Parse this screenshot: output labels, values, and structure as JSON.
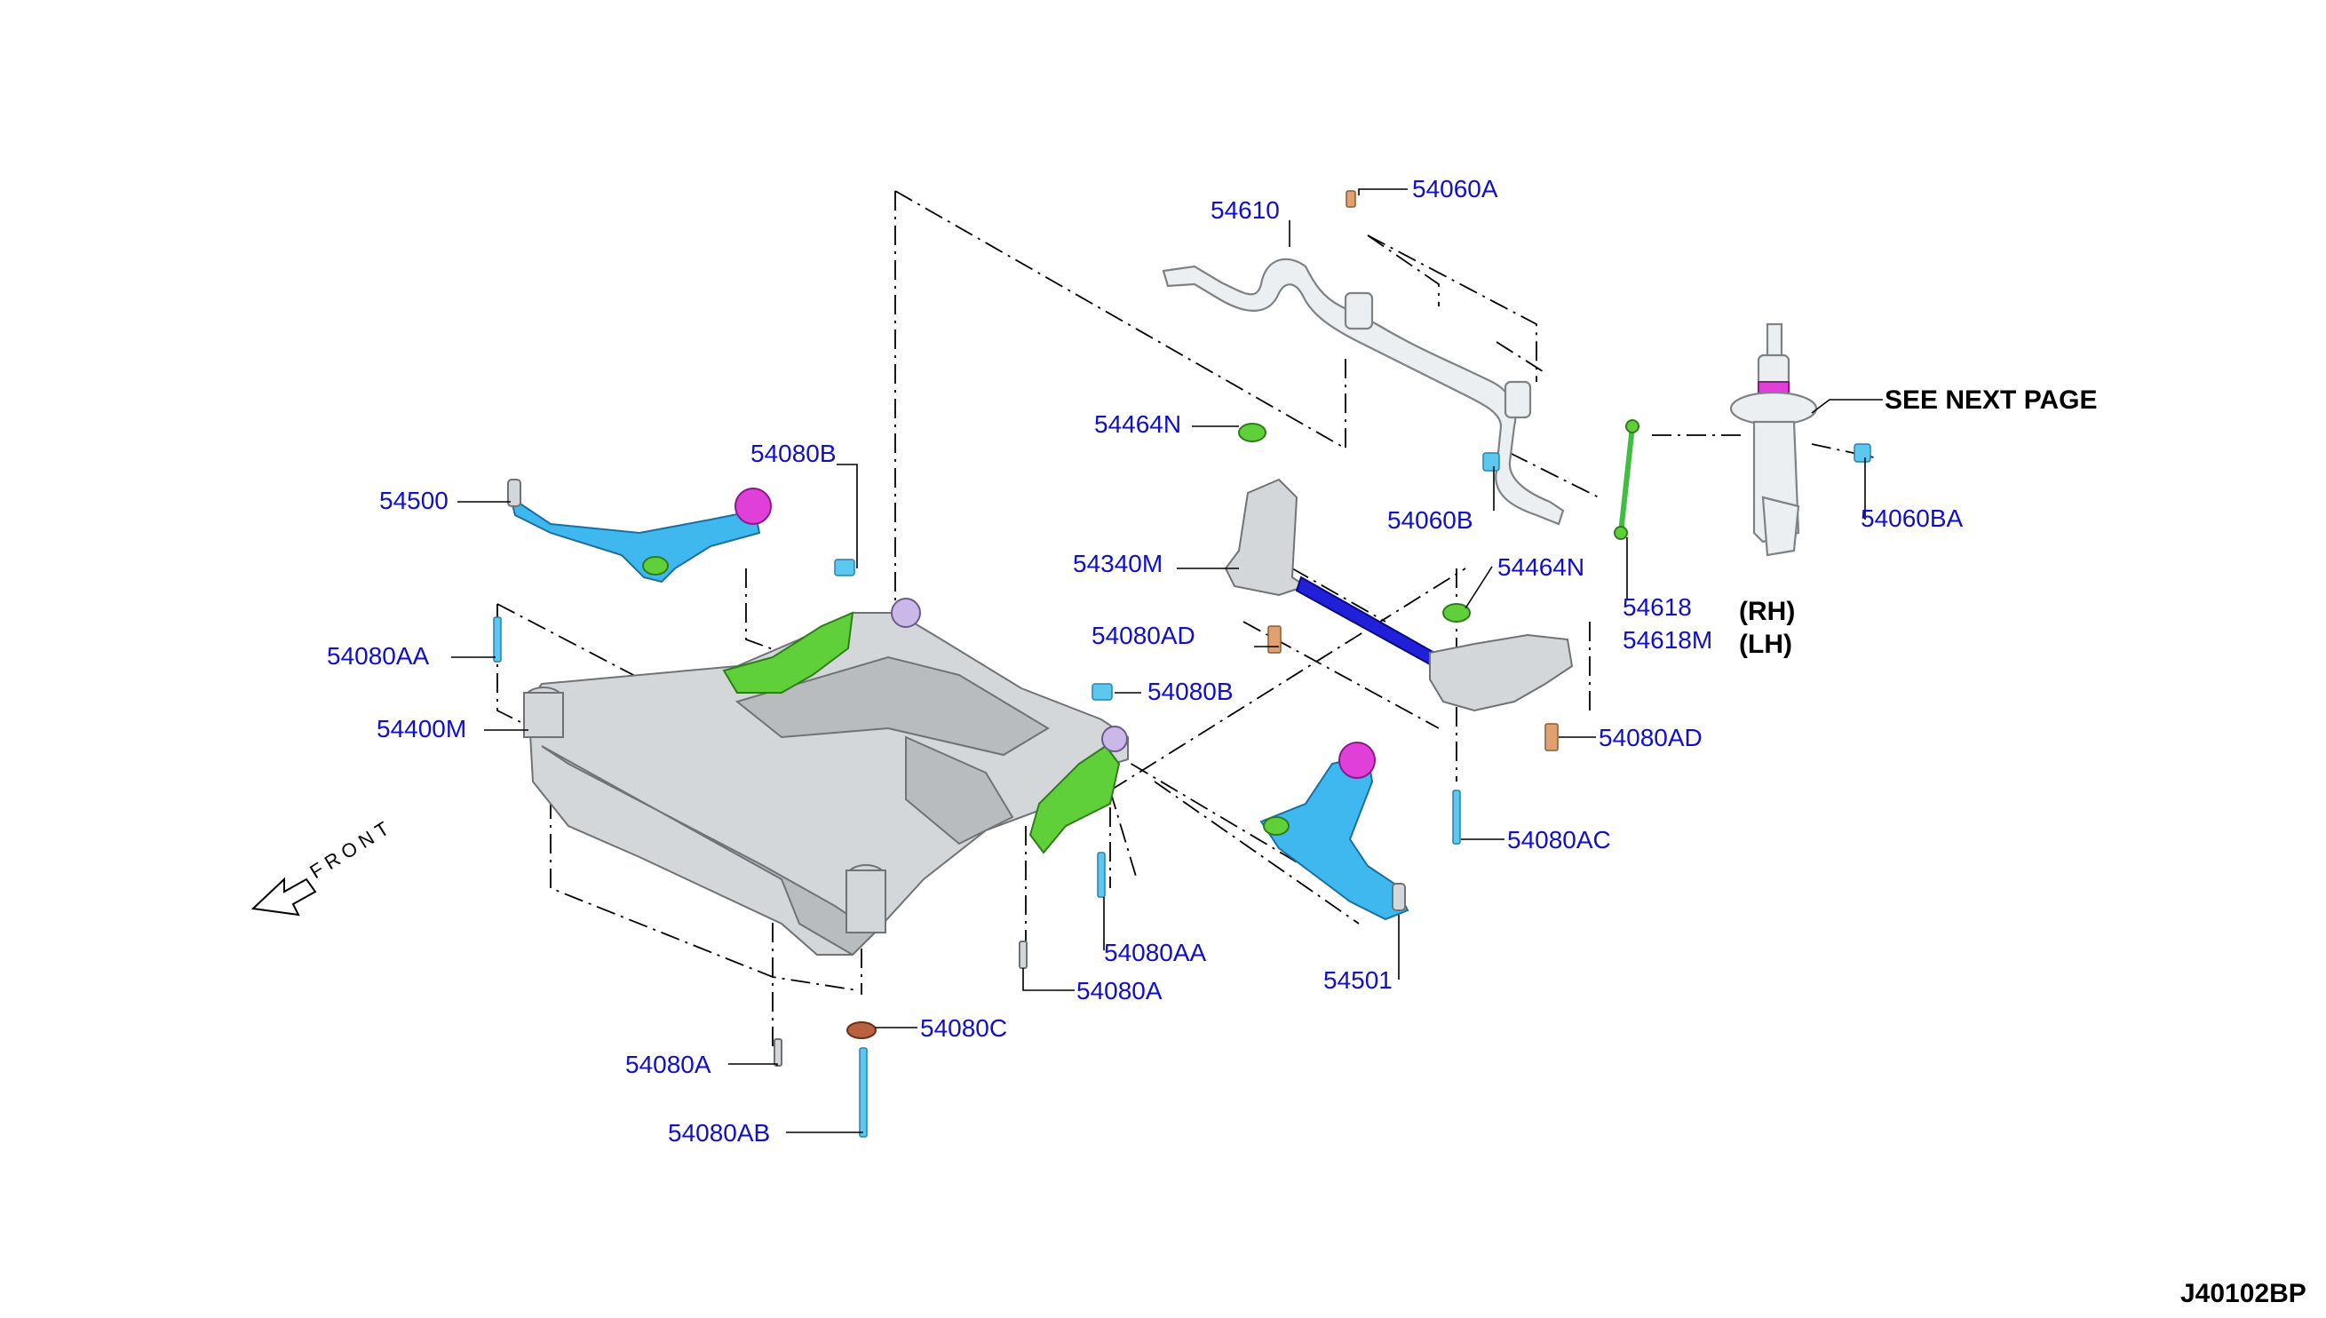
{
  "diagram": {
    "code": "J40102BP",
    "front_label": "FRONT",
    "see_next_page": "SEE NEXT PAGE",
    "rh": "(RH)",
    "lh": "(LH)",
    "parts": {
      "p54060A": "54060A",
      "p54610": "54610",
      "p54464N_1": "54464N",
      "p54060B": "54060B",
      "p54060BA": "54060BA",
      "p54340M": "54340M",
      "p54464N_2": "54464N",
      "p54618": "54618",
      "p54618M": "54618M",
      "p54080AD_1": "54080AD",
      "p54080B_1": "54080B",
      "p54500": "54500",
      "p54080AA_1": "54080AA",
      "p54400M": "54400M",
      "p54080B_2": "54080B",
      "p54080AD_2": "54080AD",
      "p54080AC": "54080AC",
      "p54080AA_2": "54080AA",
      "p54080A_1": "54080A",
      "p54501": "54501",
      "p54080C": "54080C",
      "p54080A_2": "54080A",
      "p54080AB": "54080AB"
    }
  }
}
